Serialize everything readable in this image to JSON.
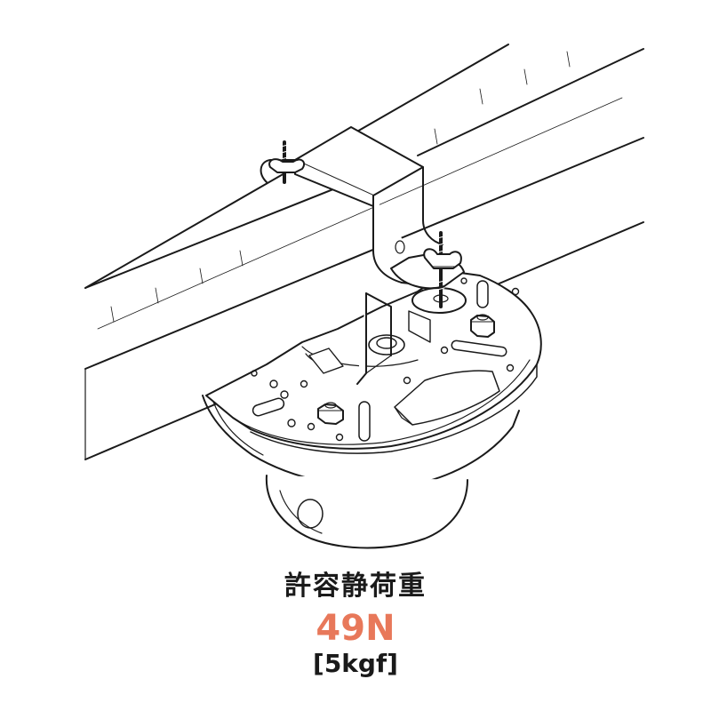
{
  "caption": {
    "title": "許容静荷重",
    "value": "49N",
    "value_sub": "[5kgf]"
  },
  "colors": {
    "value_accent": "#e8785a",
    "line": "#1a1a1a",
    "background": "#ffffff"
  },
  "illustration": {
    "subject": "dome-camera-pipe-mount-diagram"
  }
}
